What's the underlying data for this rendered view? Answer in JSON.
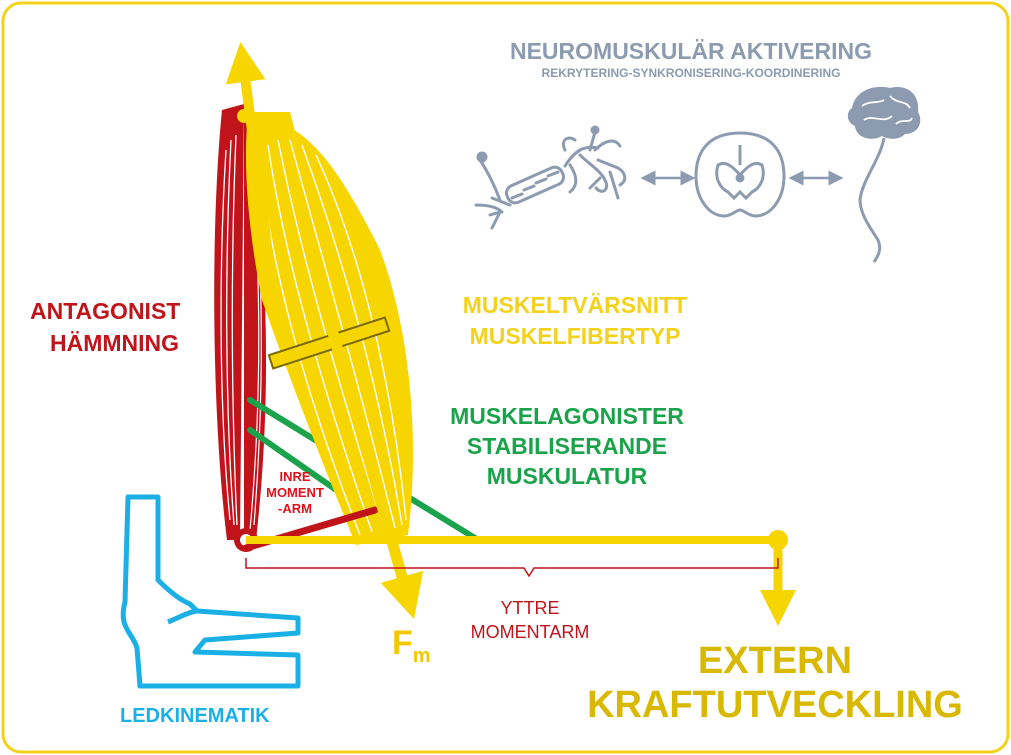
{
  "colors": {
    "border": "#f3d21b",
    "yellow": "#f7d500",
    "red": "#c0141a",
    "green": "#1aa34a",
    "blue": "#1ab0e6",
    "gray": "#8c9bb0",
    "gold": "#d9b800"
  },
  "neuro": {
    "title": "NEUROMUSKULÄR AKTIVERING",
    "subtitle": "REKRYTERING-SYNKRONISERING-KOORDINERING"
  },
  "icons": [
    "neuron-icon",
    "spinal-cord-icon",
    "brain-icon",
    "double-arrow-icon"
  ],
  "labels": {
    "antagonist_1": "ANTAGONIST",
    "antagonist_2": "HÄMMNING",
    "cross_section_1": "MUSKELTVÄRSNITT",
    "cross_section_2": "MUSKELFIBERTYP",
    "agonist_1": "MUSKELAGONISTER",
    "agonist_2": "STABILISERANDE",
    "agonist_3": "MUSKULATUR",
    "inner_1": "INRE",
    "inner_2": "MOMENT",
    "inner_3": "-ARM",
    "outer_1": "YTTRE",
    "outer_2": "MOMENTARM",
    "force_main": "F",
    "force_sub": "m",
    "external_1": "EXTERN",
    "external_2": "KRAFTUTVECKLING",
    "joint": "LEDKINEMATIK"
  }
}
